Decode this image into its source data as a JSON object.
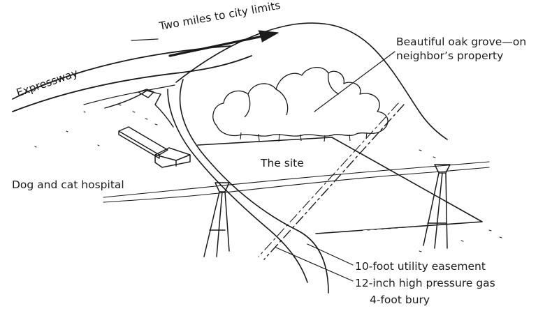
{
  "labels": {
    "two_miles": "Two miles to city limits",
    "expressway": "Expressway",
    "oak_grove_line1": "Beautiful oak grove—on",
    "oak_grove_line2": "neighbor’s property",
    "site": "The site",
    "hospital": "Dog and cat hospital",
    "easement": "10-foot utility easement",
    "gas": "12-inch high pressure gas",
    "bury": "4-foot bury"
  },
  "colors": {
    "ink": "#1a1a1a",
    "paper": "#ffffff"
  }
}
